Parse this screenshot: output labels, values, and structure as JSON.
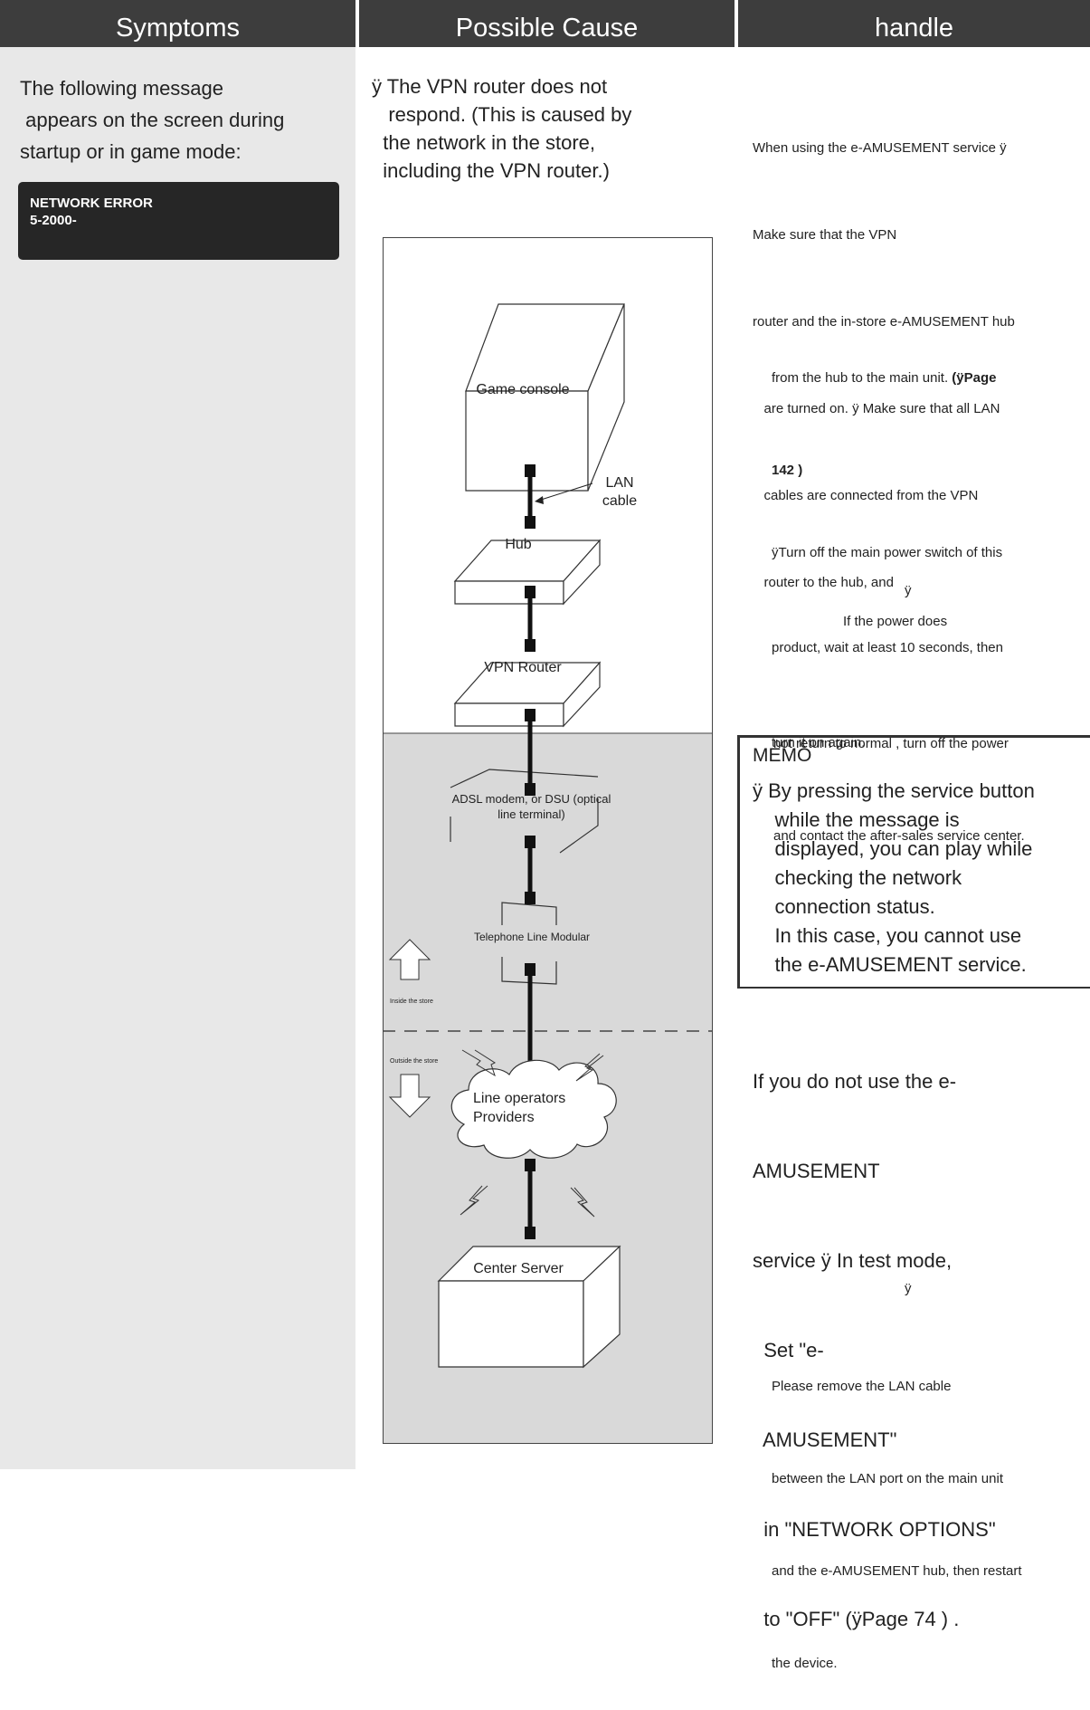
{
  "headers": {
    "symptoms": "Symptoms",
    "cause": "Possible Cause",
    "handle": "handle"
  },
  "symptom": {
    "lines": [
      "The following message",
      " appears on the screen during",
      "startup or in game mode:"
    ],
    "error_line1": "NETWORK ERROR",
    "error_line2": "5-2000-"
  },
  "cause": {
    "lines": [
      "ÿ The VPN router does not",
      "   respond. (This is caused by",
      "  the network in the store,",
      "  including the VPN router.)"
    ]
  },
  "diagram": {
    "game_console": "Game console",
    "lan_cable": "LAN\ncable",
    "hub": "Hub",
    "vpn_router": "VPN Router",
    "modem": "ADSL modem, or DSU (optical\nline terminal)",
    "modular": "Telephone Line Modular",
    "inside": "Inside the store",
    "outside": "Outside the store",
    "providers": "Line operators\nProviders",
    "server": "Center Server"
  },
  "handle": {
    "p1": [
      "When using the e-AMUSEMENT service ÿ",
      "Make sure that the VPN",
      "router and the in-store e-AMUSEMENT hub",
      "   are turned on. ÿ Make sure that all LAN",
      "   cables are connected from the VPN",
      "   router to the hub, and"
    ],
    "p2_line1_prefix": "from the hub to the main unit. ",
    "p2_line1_bold": "(ÿPage",
    "p2_line2_bold": "142 )",
    "p3": [
      "ÿTurn off the main power switch of this",
      "product, wait at least 10 seconds, then",
      "turn it on again."
    ],
    "arrow1": "ÿ",
    "p4": "If the power does",
    "p5": [
      "not return to normal , turn off the power",
      "and contact the after-sales service center."
    ],
    "memo_title": "MEMO",
    "memo_lines": [
      "ÿ By pressing the service button",
      "    while the message is",
      "    displayed, you can play while",
      "    checking the network",
      "    connection status.",
      "    In this case, you cannot use",
      "    the e-AMUSEMENT service."
    ],
    "alt_lines": [
      "If you do not use the e-",
      "AMUSEMENT",
      "service ÿ In test mode,",
      "  Set \"e-",
      "  AMUSEMENT\"",
      "  in \"NETWORK OPTIONS\"",
      "  to \"OFF\" (ÿPage 74 ) ."
    ],
    "arrow2": "ÿ",
    "p6": [
      "Please remove the LAN cable",
      "between the LAN port on the main unit",
      "and the e-AMUSEMENT hub, then restart",
      "the device."
    ]
  }
}
